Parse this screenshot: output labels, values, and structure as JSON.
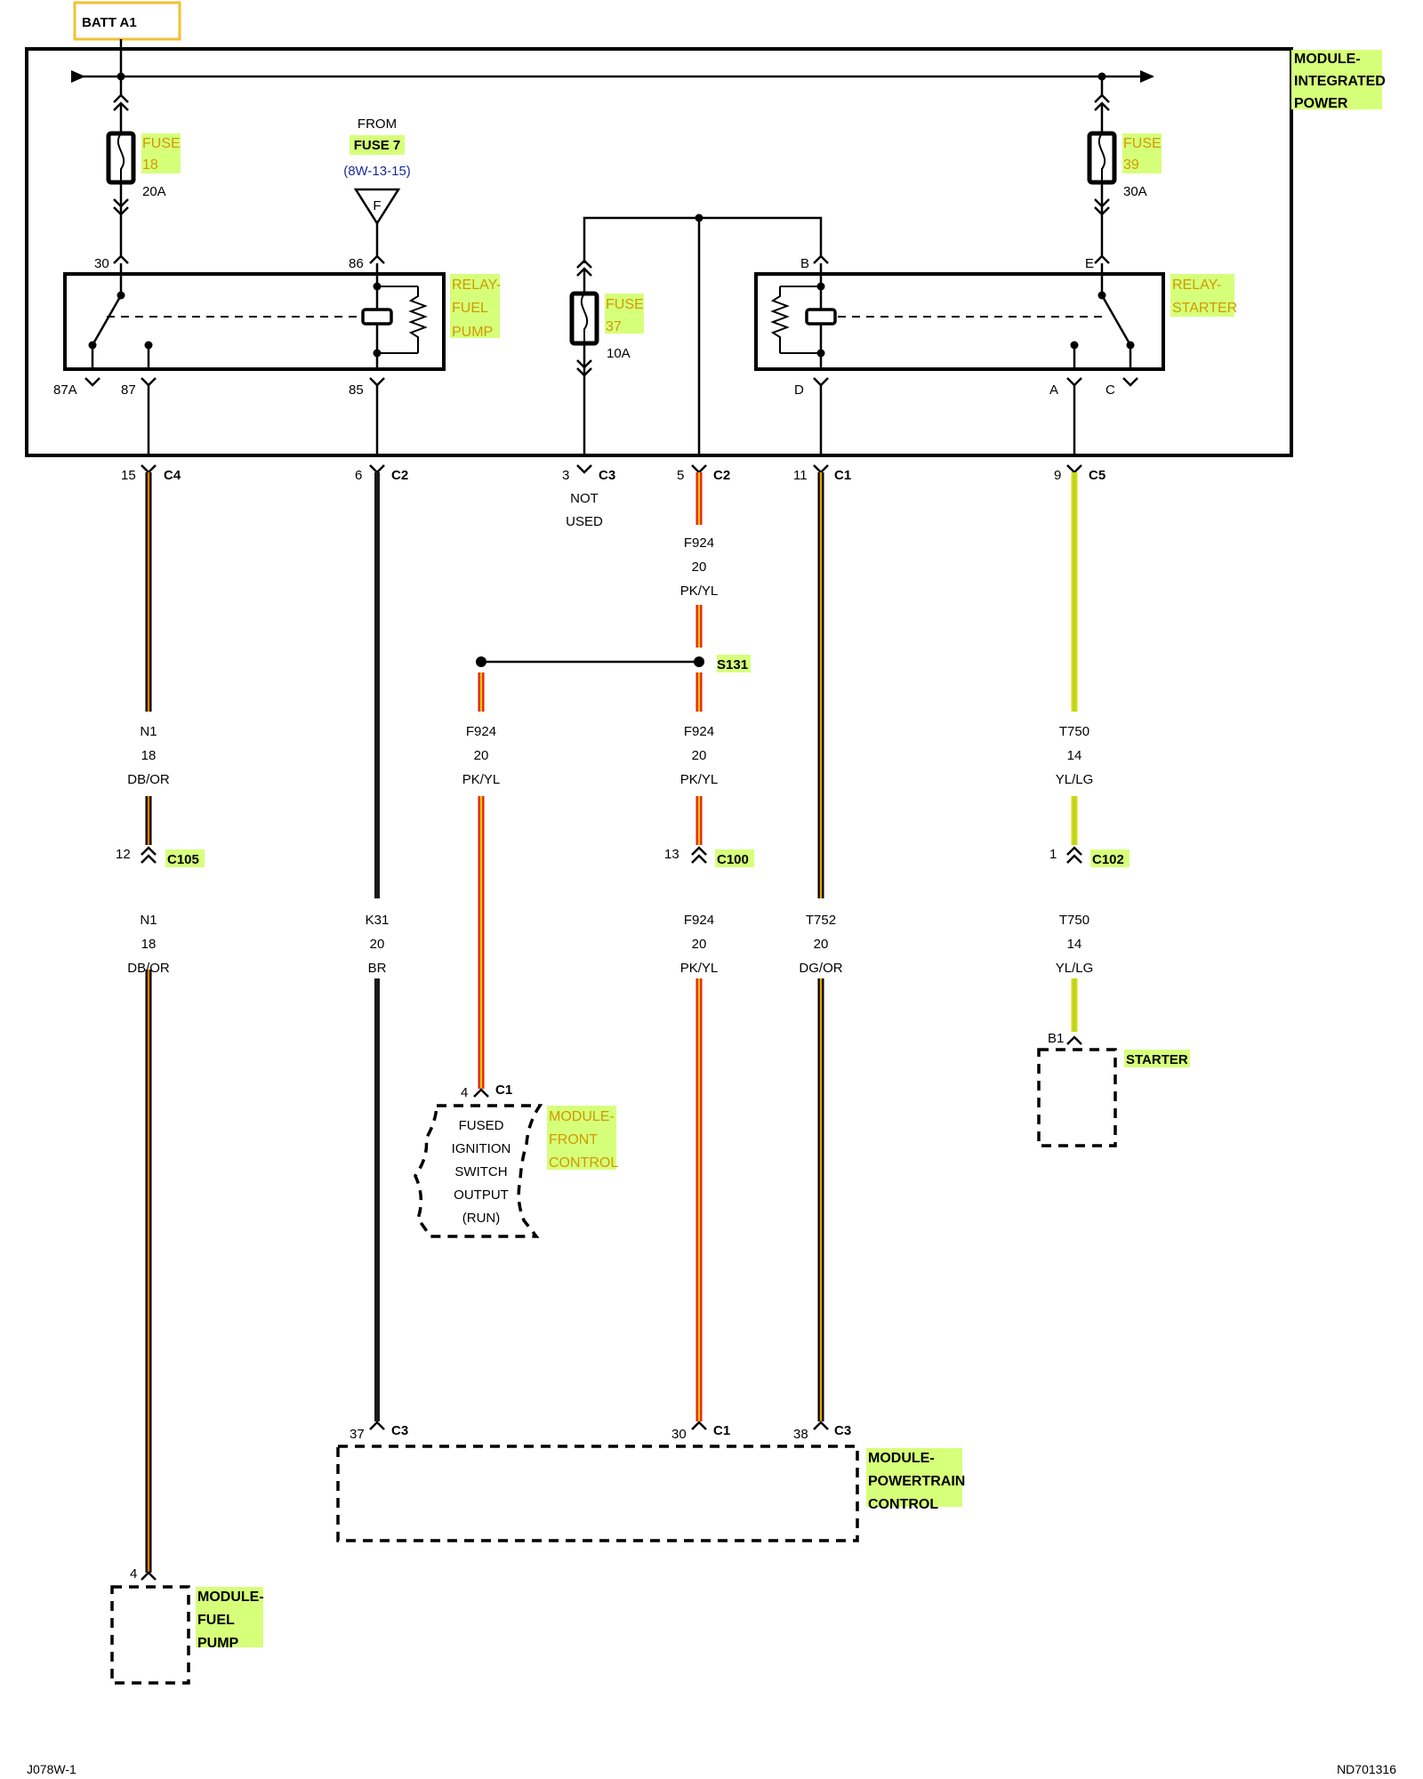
{
  "source": {
    "label": "BATT A1"
  },
  "module_ipm": {
    "line1": "MODULE-",
    "line2": "INTEGRATED",
    "line3": "POWER"
  },
  "fuse18": {
    "name": "FUSE",
    "num": "18",
    "rating": "20A"
  },
  "fuse39": {
    "name": "FUSE",
    "num": "39",
    "rating": "30A"
  },
  "fuse37": {
    "name": "FUSE",
    "num": "37",
    "rating": "10A"
  },
  "from_fuse": {
    "from": "FROM",
    "fuse": "FUSE 7",
    "ref": "(8W-13-15)",
    "letter": "F"
  },
  "relay_fp": {
    "line1": "RELAY-",
    "line2": "FUEL",
    "line3": "PUMP",
    "pin30": "30",
    "pin86": "86",
    "pin87a": "87A",
    "pin87": "87",
    "pin85": "85"
  },
  "relay_st": {
    "line1": "RELAY-",
    "line2": "STARTER",
    "pinB": "B",
    "pinE": "E",
    "pinD": "D",
    "pinA": "A",
    "pinC": "C"
  },
  "connectors": {
    "c4": {
      "pin": "15",
      "name": "C4"
    },
    "c2a": {
      "pin": "6",
      "name": "C2"
    },
    "c3": {
      "pin": "3",
      "name": "C3",
      "note1": "NOT",
      "note2": "USED"
    },
    "c2b": {
      "pin": "5",
      "name": "C2"
    },
    "c1": {
      "pin": "11",
      "name": "C1"
    },
    "c5": {
      "pin": "9",
      "name": "C5"
    },
    "c105": {
      "pin": "12",
      "name": "C105"
    },
    "c100": {
      "pin": "13",
      "name": "C100"
    },
    "c102": {
      "pin": "1",
      "name": "C102"
    },
    "fcm_c1": {
      "pin": "4",
      "name": "C1"
    },
    "pcm_c3a": {
      "pin": "37",
      "name": "C3"
    },
    "pcm_c1": {
      "pin": "30",
      "name": "C1"
    },
    "pcm_c3b": {
      "pin": "38",
      "name": "C3"
    },
    "fp_pin": {
      "pin": "4"
    },
    "st_pin": {
      "pin": "B1"
    }
  },
  "splice": {
    "name": "S131"
  },
  "wires": {
    "n1_top": {
      "circuit": "N1",
      "gauge": "18",
      "color": "DB/OR"
    },
    "n1_bot": {
      "circuit": "N1",
      "gauge": "18",
      "color": "DB/OR"
    },
    "k31": {
      "circuit": "K31",
      "gauge": "20",
      "color": "BR"
    },
    "f924_top": {
      "circuit": "F924",
      "gauge": "20",
      "color": "PK/YL"
    },
    "f924_left": {
      "circuit": "F924",
      "gauge": "20",
      "color": "PK/YL"
    },
    "f924_mid": {
      "circuit": "F924",
      "gauge": "20",
      "color": "PK/YL"
    },
    "f924_bot": {
      "circuit": "F924",
      "gauge": "20",
      "color": "PK/YL"
    },
    "t752": {
      "circuit": "T752",
      "gauge": "20",
      "color": "DG/OR"
    },
    "t750_top": {
      "circuit": "T750",
      "gauge": "14",
      "color": "YL/LG"
    },
    "t750_bot": {
      "circuit": "T750",
      "gauge": "14",
      "color": "YL/LG"
    }
  },
  "module_fcm": {
    "line1": "MODULE-",
    "line2": "FRONT",
    "line3": "CONTROL",
    "desc1": "FUSED",
    "desc2": "IGNITION",
    "desc3": "SWITCH",
    "desc4": "OUTPUT",
    "desc5": "(RUN)"
  },
  "module_pcm": {
    "line1": "MODULE-",
    "line2": "POWERTRAIN",
    "line3": "CONTROL"
  },
  "module_fp": {
    "line1": "MODULE-",
    "line2": "FUEL",
    "line3": "PUMP"
  },
  "starter": {
    "label": "STARTER"
  },
  "footer": {
    "left": "J078W-1",
    "right": "ND701316"
  },
  "colors": {
    "highlight": "#d6ff7a",
    "batt_border": "#f2c230",
    "red": "#e0201a",
    "yellow": "#f2c000",
    "orange": "#e07a00",
    "green": "#a0e030",
    "black": "#000000"
  }
}
